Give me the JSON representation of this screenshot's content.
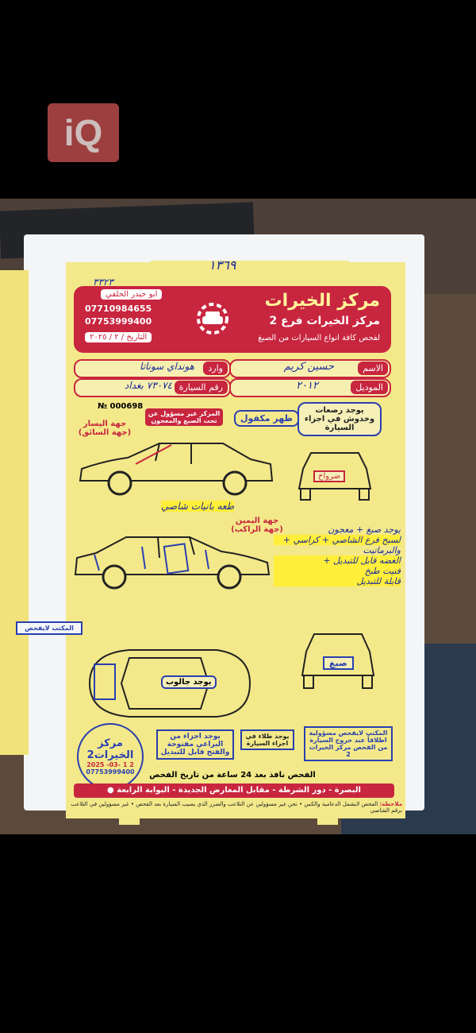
{
  "watermark": "iQ",
  "form": {
    "handwritten_top_number": "١٣٦٩",
    "handwritten_top_left": "٣٣٢٣",
    "title": "مركز الخيرات",
    "branch": "مركز الخيرات فرع 2",
    "tagline": "لفحص كافة انواع السيارات من الصبغ",
    "owner": "ابو حيدر الحلفي",
    "phone1": "07710984655",
    "phone2": "07753999400",
    "date_label": "التاريخ",
    "date_value": "/ ٢ / ٢٠٢٥",
    "fields": {
      "name_label": "الاسم",
      "name_value": "حسين كريم",
      "model_label": "الموديل",
      "model_value": "٢٠١٢",
      "import_label": "وارد",
      "import_value": "هونداي سوناتا",
      "plate_label": "رقم السيارة",
      "plate_value": "٧٣٠٧٤ بغداد"
    },
    "serial": "№ 000698",
    "tags": {
      "scratches": "يوجد رصعات وخدوش في اجزاء السيارة",
      "guaranteed": "ظهر مكفول",
      "left_side": "جهة اليسار (جهة السائق)",
      "right_side": "جهة اليمين (جهة الراكب)",
      "not_responsible": "المركز غير مسؤول عن تحت الصبغ والمعجون",
      "paint_tag": "ضرواخ"
    },
    "handwritten_notes": [
      "طعه بانيات شاصي",
      "يوجد صبغ + معجون",
      "+ لسبح فرع الشاصي + كراسي",
      "والبرماتيت",
      "+ الغضه قابل للتبديل",
      "فنيت طبخ",
      "قابلة للتبديل"
    ],
    "roof_tag": "يوجد جالوب",
    "rear_tag": "صبغ",
    "stamp_side_text": "المكتب لايفحص",
    "bottom": {
      "stamp_round_title": "مركز الخيرات2",
      "stamp_round_date": "2025 -03- 1 2",
      "stamp_round_phone": "07753999400",
      "bolts_note": "يوجد اجزاء من البراغي مفتوحة والفتح قابل للتبديل",
      "front_note": "يوجد طلاء في اجزاء السيارة",
      "office_note": "المكتب لايفحص مسؤولية اطلاقاً عند خروج السيارة من الفحص مركز الخيرات 2",
      "validity": "الفحص نافذ بعد 24 ساعة من تاريخ الفحص",
      "address": "البصرة - دور الشرطة - مقابل المعارض الجديدة - البوابة الرابعة",
      "disclaimer_label": "ملاحظة:",
      "disclaimer": "الفحص لايشمل الدعامية والكس • نحن غير مسؤولين عن التلاعب والضرر الذي يصيب السيارة بعد الفحص • غير مسؤولين في التلاعب برقم الشاصي"
    }
  }
}
